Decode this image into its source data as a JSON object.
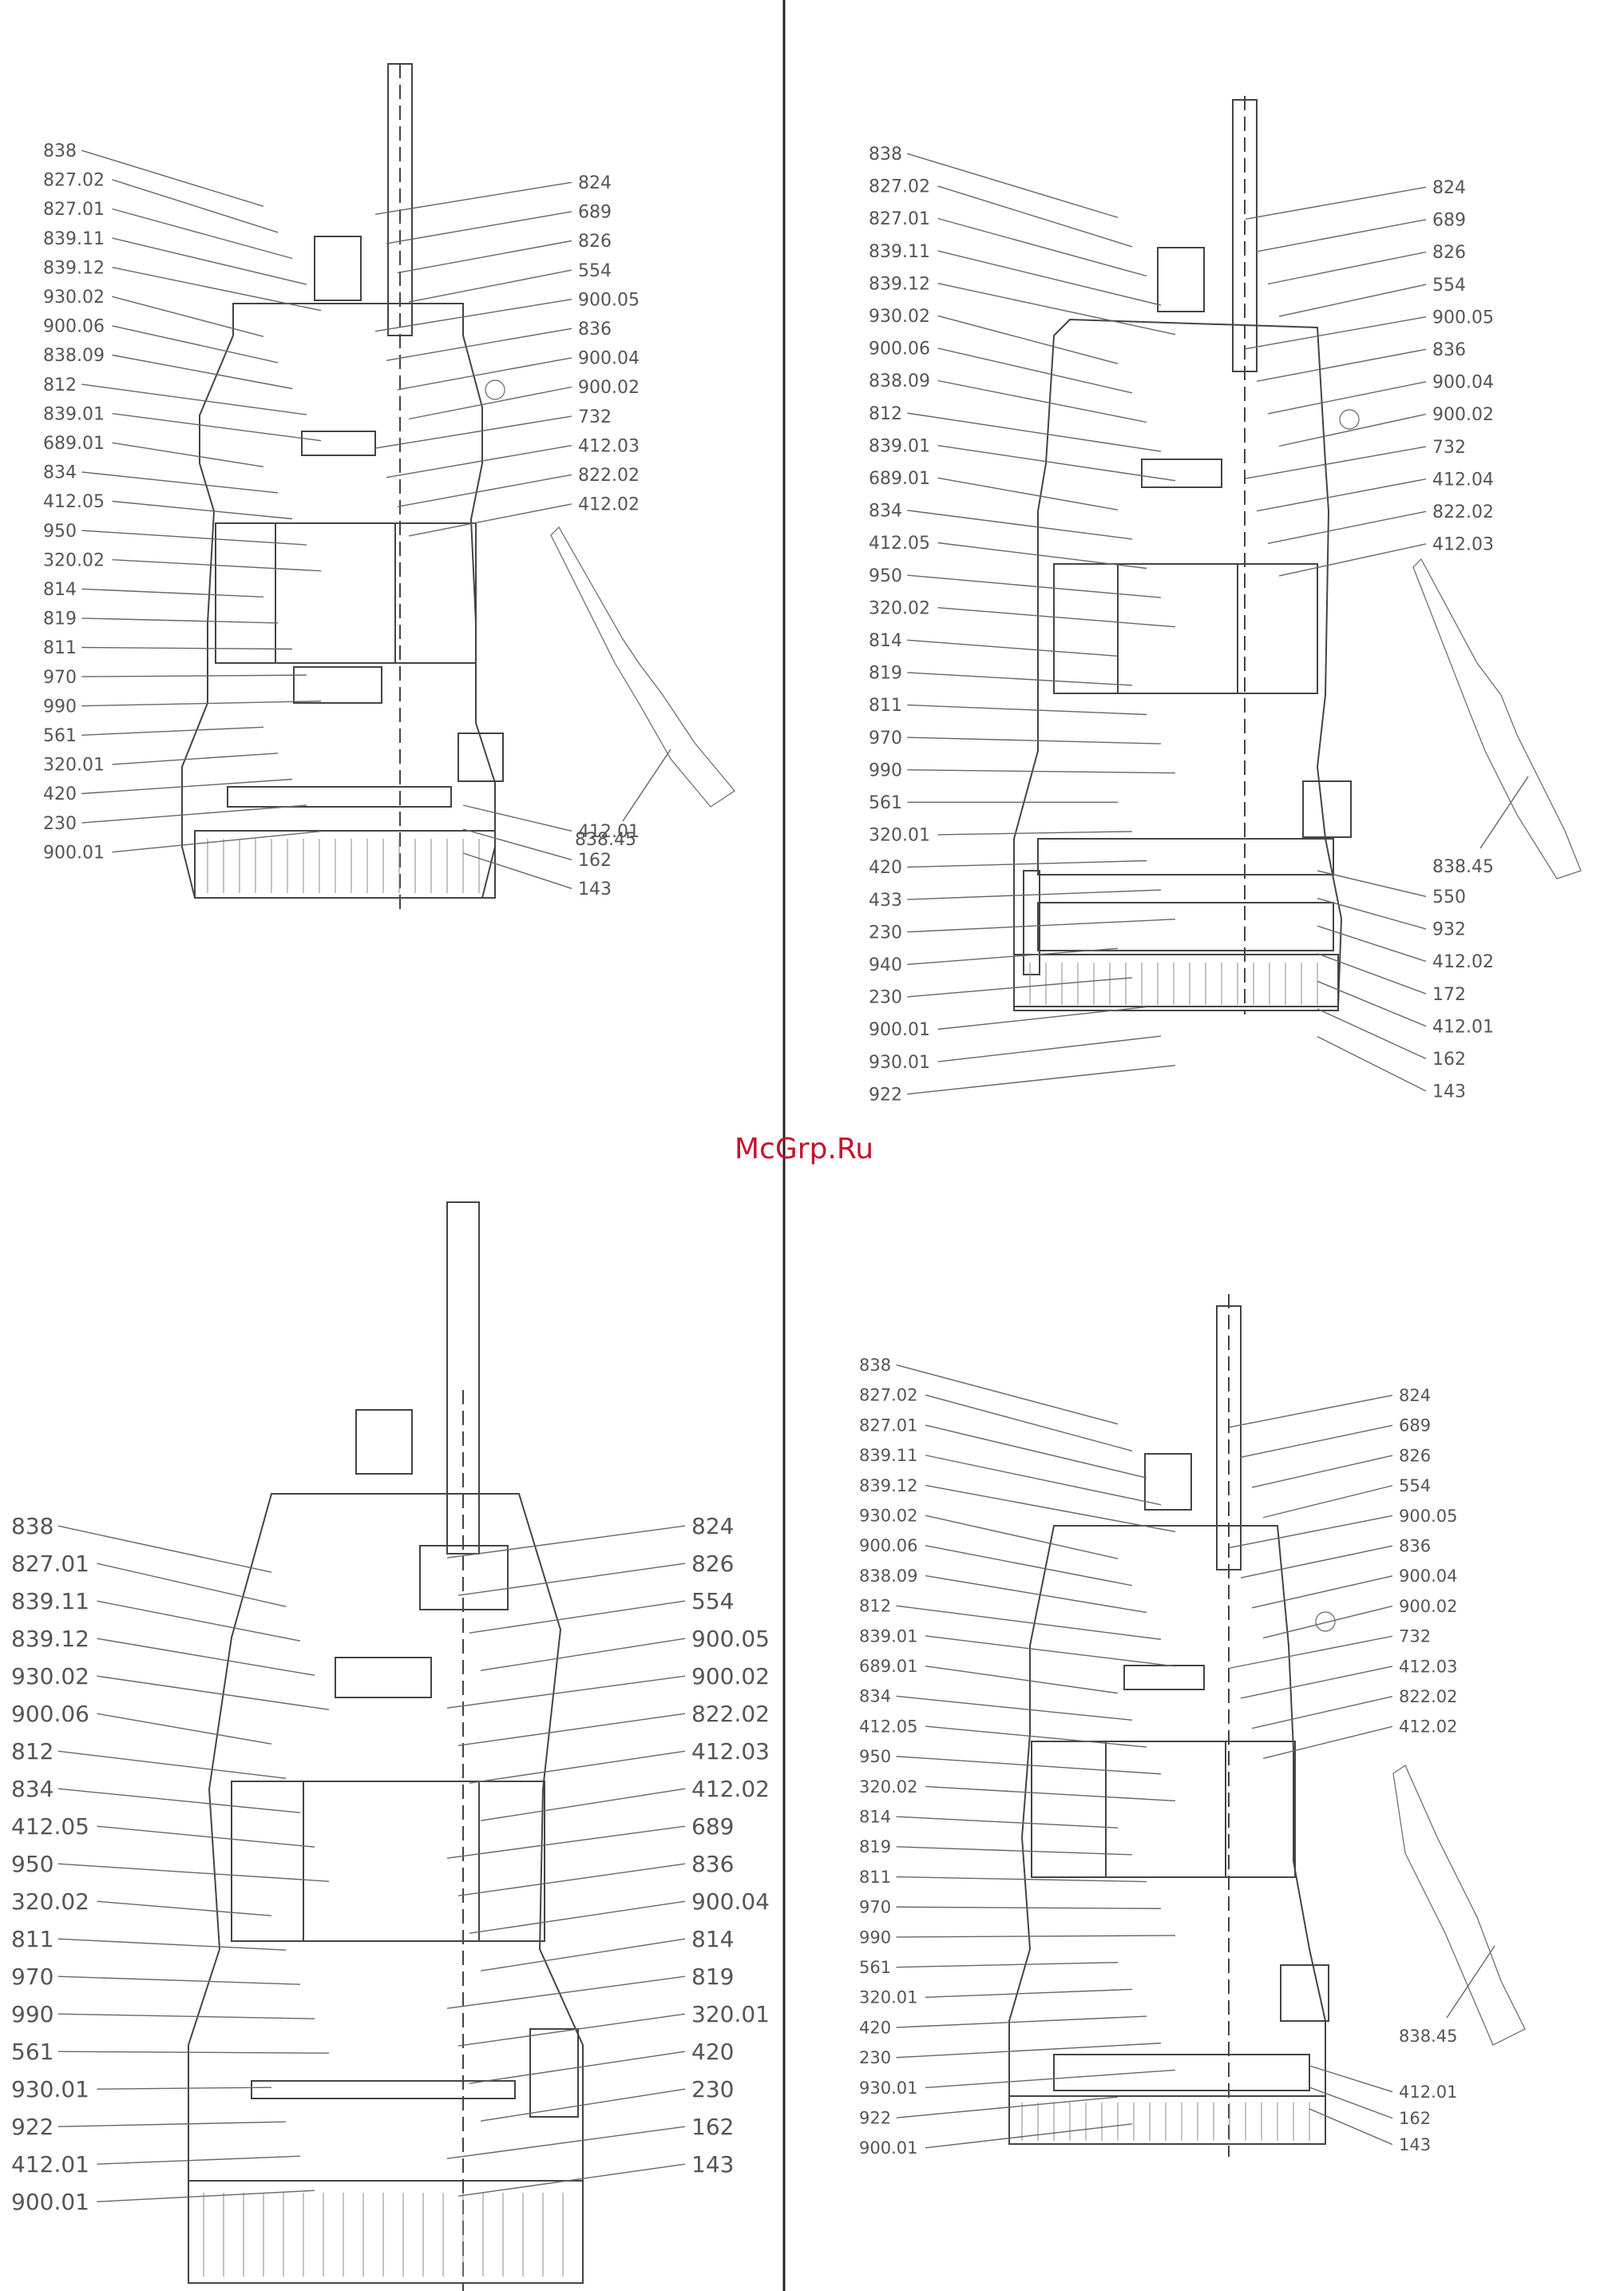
{
  "watermark": "McGrp.Ru",
  "quadrants": [
    {
      "left_labels": [
        "838",
        "827.02",
        "827.01",
        "839.11",
        "839.12",
        "930.02",
        "900.06",
        "838.09",
        "812",
        "839.01",
        "689.01",
        "834",
        "412.05",
        "950",
        "320.02",
        "814",
        "819",
        "811",
        "970",
        "990",
        "561",
        "320.01",
        "420",
        "230",
        "900.01"
      ],
      "right_labels": [
        "824",
        "689",
        "826",
        "554",
        "900.05",
        "836",
        "900.04",
        "900.02",
        "732",
        "412.03",
        "822.02",
        "412.02"
      ],
      "cable_label": "838.45",
      "bottom_right_labels": [
        "412.01",
        "162",
        "143"
      ]
    },
    {
      "left_labels": [
        "838",
        "827.02",
        "827.01",
        "839.11",
        "839.12",
        "930.02",
        "900.06",
        "838.09",
        "812",
        "839.01",
        "689.01",
        "834",
        "412.05",
        "950",
        "320.02",
        "814",
        "819",
        "811",
        "970",
        "990",
        "561",
        "320.01",
        "420",
        "433",
        "230",
        "940",
        "230",
        "900.01",
        "930.01",
        "922"
      ],
      "right_labels": [
        "824",
        "689",
        "826",
        "554",
        "900.05",
        "836",
        "900.04",
        "900.02",
        "732",
        "412.04",
        "822.02",
        "412.03"
      ],
      "cable_label": "838.45",
      "bottom_right_labels": [
        "550",
        "932",
        "412.02",
        "172",
        "412.01",
        "162",
        "143"
      ]
    },
    {
      "left_labels": [
        "838",
        "827.01",
        "839.11",
        "839.12",
        "930.02",
        "900.06",
        "812",
        "834",
        "412.05",
        "950",
        "320.02",
        "811",
        "970",
        "990",
        "561",
        "930.01",
        "922",
        "412.01",
        "900.01"
      ],
      "right_labels": [
        "824",
        "826",
        "554",
        "900.05",
        "900.02",
        "822.02",
        "412.03",
        "412.02",
        "689",
        "836",
        "900.04",
        "814",
        "819",
        "320.01",
        "420",
        "230",
        "162",
        "143"
      ]
    },
    {
      "left_labels": [
        "838",
        "827.02",
        "827.01",
        "839.11",
        "839.12",
        "930.02",
        "900.06",
        "838.09",
        "812",
        "839.01",
        "689.01",
        "834",
        "412.05",
        "950",
        "320.02",
        "814",
        "819",
        "811",
        "970",
        "990",
        "561",
        "320.01",
        "420",
        "230",
        "930.01",
        "922",
        "900.01"
      ],
      "right_labels": [
        "824",
        "689",
        "826",
        "554",
        "900.05",
        "836",
        "900.04",
        "900.02",
        "732",
        "412.03",
        "822.02",
        "412.02"
      ],
      "cable_label": "838.45",
      "bottom_right_labels": [
        "412.01",
        "162",
        "143"
      ]
    }
  ]
}
